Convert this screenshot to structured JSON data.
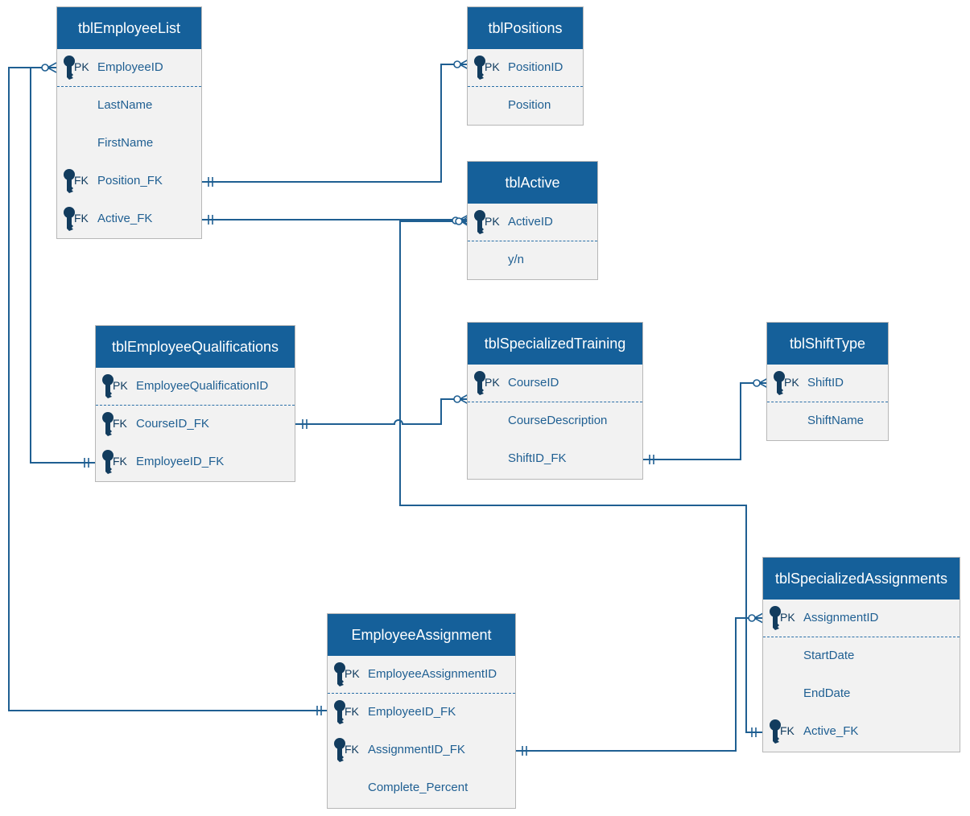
{
  "colors": {
    "header": "#15609a",
    "body": "#f2f2f2",
    "connector": "#1f5f92",
    "key_icon": "#123c5e",
    "field_text": "#1f5f92"
  },
  "tables": {
    "employee_list": {
      "title": "tblEmployeeList",
      "fields": [
        {
          "tag": "PK",
          "name": "EmployeeID"
        },
        {
          "tag": "",
          "name": "LastName"
        },
        {
          "tag": "",
          "name": "FirstName"
        },
        {
          "tag": "FK",
          "name": "Position_FK"
        },
        {
          "tag": "FK",
          "name": "Active_FK"
        }
      ]
    },
    "positions": {
      "title": "tblPositions",
      "fields": [
        {
          "tag": "PK",
          "name": "PositionID"
        },
        {
          "tag": "",
          "name": "Position"
        }
      ]
    },
    "active": {
      "title": "tblActive",
      "fields": [
        {
          "tag": "PK",
          "name": "ActiveID"
        },
        {
          "tag": "",
          "name": "y/n"
        }
      ]
    },
    "employee_qualifications": {
      "title": "tblEmployeeQualifications",
      "fields": [
        {
          "tag": "PK",
          "name": "EmployeeQualificationID"
        },
        {
          "tag": "FK",
          "name": "CourseID_FK"
        },
        {
          "tag": "FK",
          "name": "EmployeeID_FK"
        }
      ]
    },
    "specialized_training": {
      "title": "tblSpecializedTraining",
      "fields": [
        {
          "tag": "PK",
          "name": "CourseID"
        },
        {
          "tag": "",
          "name": "CourseDescription"
        },
        {
          "tag": "",
          "name": "ShiftID_FK"
        }
      ]
    },
    "shift_type": {
      "title": "tblShiftType",
      "fields": [
        {
          "tag": "PK",
          "name": "ShiftID"
        },
        {
          "tag": "",
          "name": "ShiftName"
        }
      ]
    },
    "specialized_assignments": {
      "title": "tblSpecializedAssignments",
      "fields": [
        {
          "tag": "PK",
          "name": "AssignmentID"
        },
        {
          "tag": "",
          "name": "StartDate"
        },
        {
          "tag": "",
          "name": "EndDate"
        },
        {
          "tag": "FK",
          "name": "Active_FK"
        }
      ]
    },
    "employee_assignment": {
      "title": "EmployeeAssignment",
      "fields": [
        {
          "tag": "PK",
          "name": "EmployeeAssignmentID"
        },
        {
          "tag": "FK",
          "name": "EmployeeID_FK"
        },
        {
          "tag": "FK",
          "name": "AssignmentID_FK"
        },
        {
          "tag": "",
          "name": "Complete_Percent"
        }
      ]
    }
  },
  "relationships": [
    {
      "from": "tblEmployeeList.Position_FK",
      "to": "tblPositions.PositionID",
      "from_end": "one",
      "to_end": "zero-or-many"
    },
    {
      "from": "tblEmployeeList.Active_FK",
      "to": "tblActive.ActiveID",
      "from_end": "one",
      "to_end": "zero-or-many"
    },
    {
      "from": "tblEmployeeQualifications.EmployeeID_FK",
      "to": "tblEmployeeList.EmployeeID",
      "from_end": "one",
      "to_end": "zero-or-many"
    },
    {
      "from": "tblEmployeeQualifications.CourseID_FK",
      "to": "tblSpecializedTraining.CourseID",
      "from_end": "one",
      "to_end": "zero-or-many"
    },
    {
      "from": "tblSpecializedTraining.ShiftID_FK",
      "to": "tblShiftType.ShiftID",
      "from_end": "one",
      "to_end": "zero-or-many"
    },
    {
      "from": "EmployeeAssignment.EmployeeID_FK",
      "to": "tblEmployeeList.EmployeeID",
      "from_end": "one",
      "to_end": "zero-or-many"
    },
    {
      "from": "EmployeeAssignment.AssignmentID_FK",
      "to": "tblSpecializedAssignments.AssignmentID",
      "from_end": "one",
      "to_end": "zero-or-many"
    },
    {
      "from": "tblSpecializedAssignments.Active_FK",
      "to": "tblActive.ActiveID",
      "from_end": "one",
      "to_end": "zero-or-many"
    }
  ]
}
